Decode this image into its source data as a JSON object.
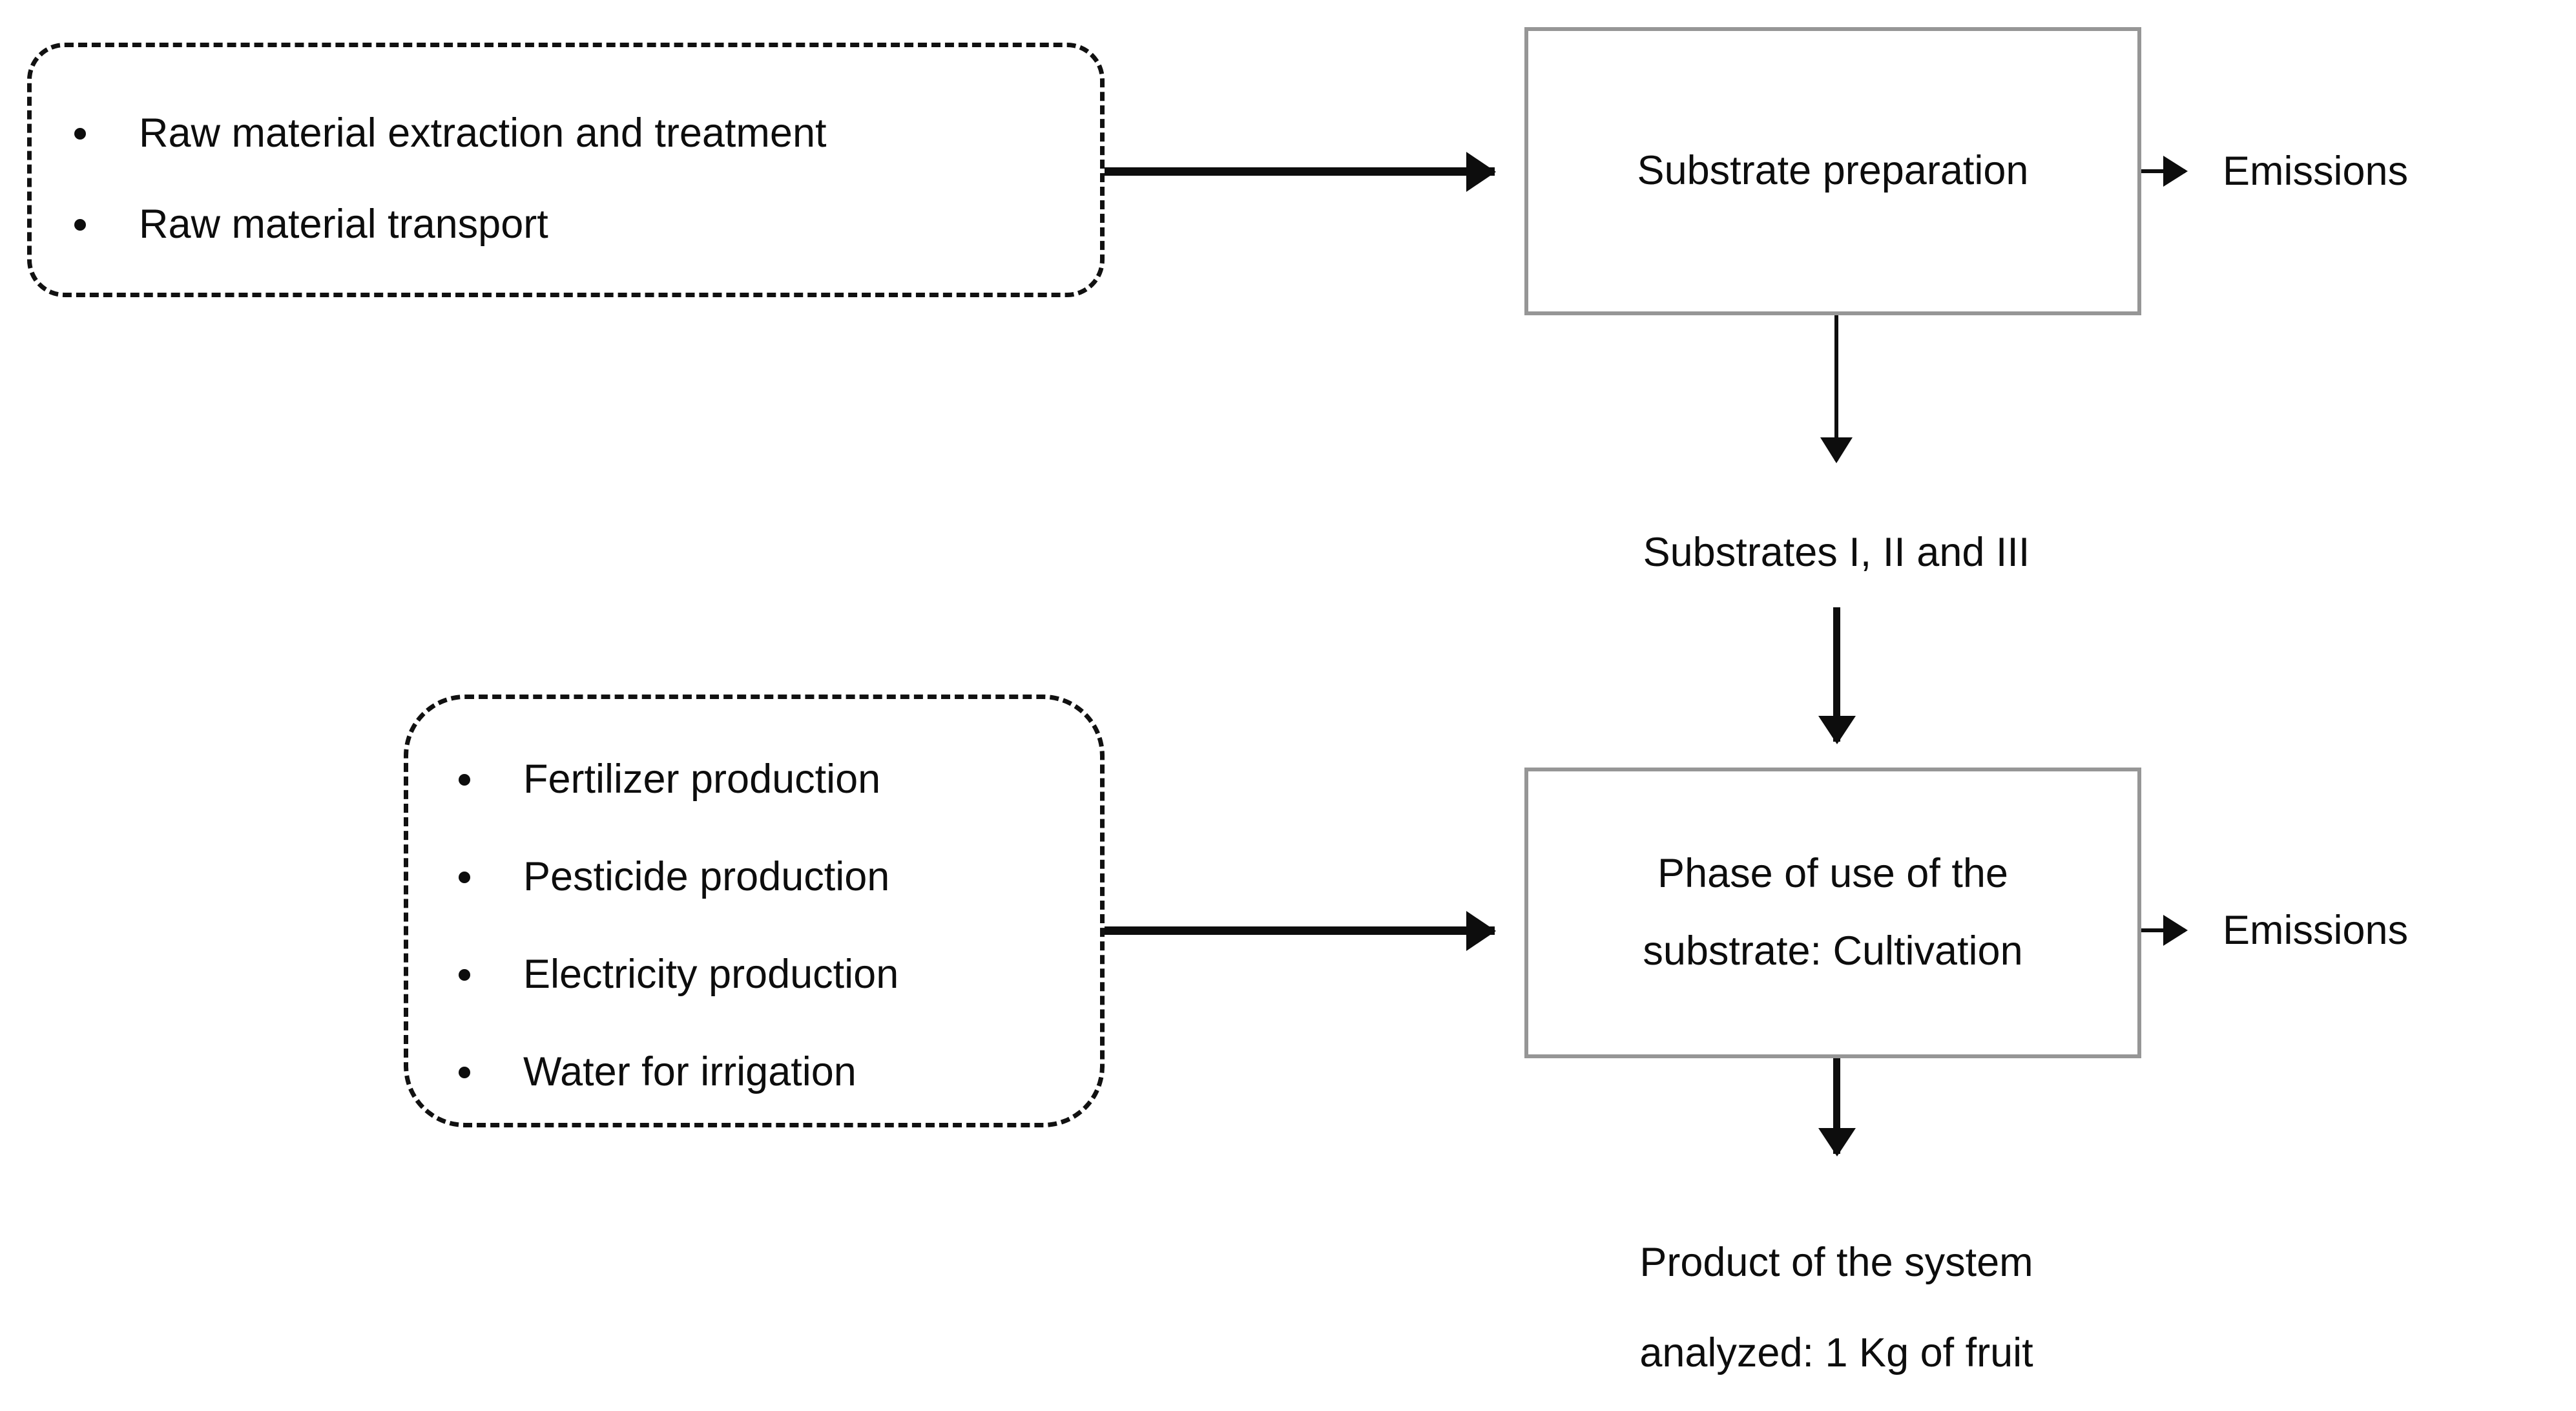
{
  "diagram": {
    "title": "Life cycle system boundary flowchart",
    "colors": {
      "text": "#0d0d0d",
      "process_box_border": "#969696",
      "dashed_box_border": "#111111",
      "connector": "#0d0d0d",
      "background": "#ffffff"
    },
    "input_groups": [
      {
        "id": "raw-material-inputs",
        "items": [
          "Raw material extraction and treatment",
          "Raw material transport"
        ]
      },
      {
        "id": "cultivation-inputs",
        "items": [
          "Fertilizer production",
          "Pesticide production",
          "Electricity production",
          "Water for irrigation"
        ]
      }
    ],
    "processes": [
      {
        "id": "substrate-preparation",
        "lines": [
          "Substrate preparation"
        ]
      },
      {
        "id": "phase-of-use",
        "lines": [
          "Phase of use of the",
          "substrate: Cultivation"
        ]
      }
    ],
    "flow_labels": {
      "intermediate_product": "Substrates I, II and III",
      "emissions_top": "Emissions",
      "emissions_bottom": "Emissions",
      "final_product_line1": "Product of the system",
      "final_product_line2": "analyzed: 1 Kg of fruit"
    }
  }
}
